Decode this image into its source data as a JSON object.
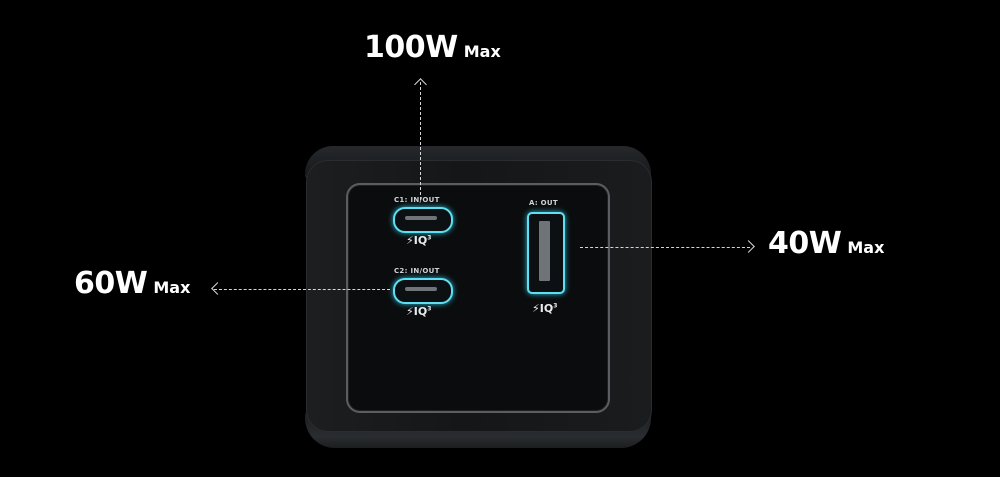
{
  "ports": {
    "c1": {
      "label": "C1: IN/OUT",
      "badge": "IQ",
      "badge_sup": "3"
    },
    "c2": {
      "label": "C2: IN/OUT",
      "badge": "IQ",
      "badge_sup": "3"
    },
    "a": {
      "label": "A: OUT",
      "badge": "IQ",
      "badge_sup": "3"
    }
  },
  "callouts": {
    "top": {
      "power": "100W",
      "unit": "Max"
    },
    "left": {
      "power": "60W",
      "unit": "Max"
    },
    "right": {
      "power": "40W",
      "unit": "Max"
    }
  },
  "colors": {
    "background": "#000000",
    "port_glow": "#5fe0f2",
    "text": "#ffffff"
  }
}
